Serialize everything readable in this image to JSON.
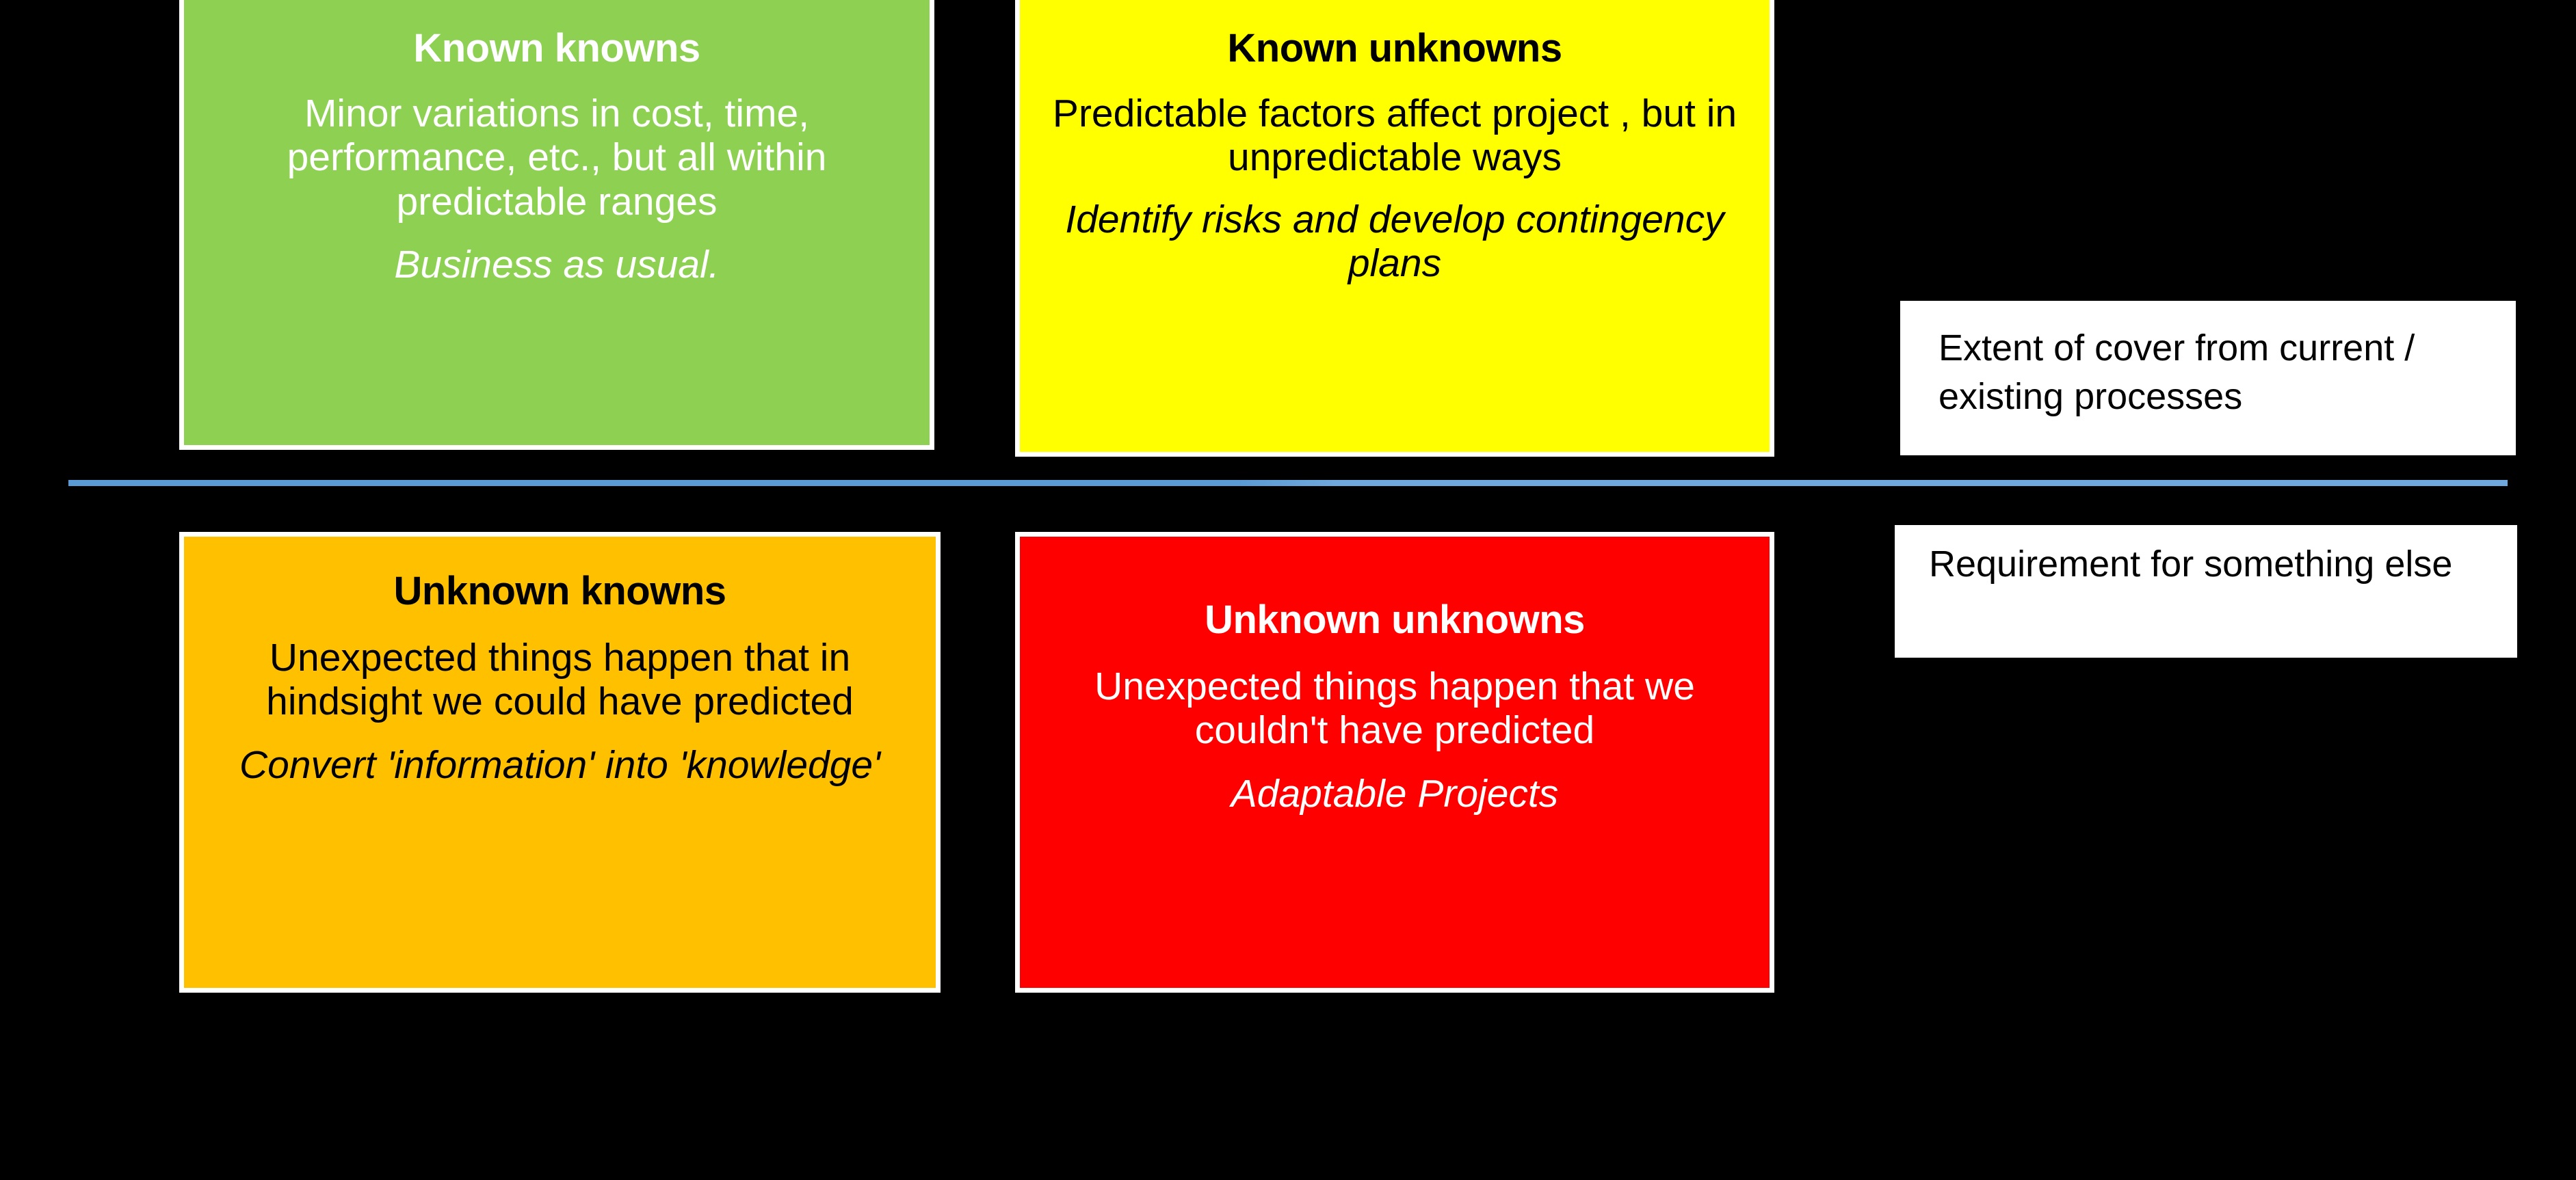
{
  "diagram": {
    "type": "2x2-matrix",
    "background_color": "#000000",
    "divider_color": "#5B9BD5"
  },
  "quadrants": [
    {
      "id": "known-knowns",
      "title": "Known knowns",
      "body": "Minor variations in cost, time, performance, etc., but all within predictable ranges",
      "emphasis": "Business as usual.",
      "fill_color": "#8DD052",
      "text_color": "#FFFFFF",
      "border_color": "#FFFFFF"
    },
    {
      "id": "known-unknowns",
      "title": "Known unknowns",
      "body": "Predictable factors affect project , but in unpredictable ways",
      "emphasis": "Identify risks and develop contingency plans",
      "fill_color": "#FFFF00",
      "text_color": "#000000",
      "border_color": "#FFFFFF"
    },
    {
      "id": "unknown-knowns",
      "title": "Unknown knowns",
      "body": "Unexpected things happen that in hindsight we could have predicted",
      "emphasis": "Convert 'information' into 'knowledge'",
      "fill_color": "#FFC000",
      "text_color": "#000000",
      "border_color": "#FFFFFF"
    },
    {
      "id": "unknown-unknowns",
      "title": "Unknown unknowns",
      "body": "Unexpected things happen that we couldn't have predicted",
      "emphasis": "Adaptable Projects",
      "fill_color": "#FF0000",
      "text_color": "#FFFFFF",
      "border_color": "#FFFFFF"
    }
  ],
  "callouts": [
    {
      "id": "extent-of-cover",
      "text": "Extent of cover from current / existing processes",
      "fill_color": "#FFFFFF",
      "text_color": "#000000"
    },
    {
      "id": "requirement",
      "text": "Requirement for something else",
      "fill_color": "#FFFFFF",
      "text_color": "#000000"
    }
  ]
}
